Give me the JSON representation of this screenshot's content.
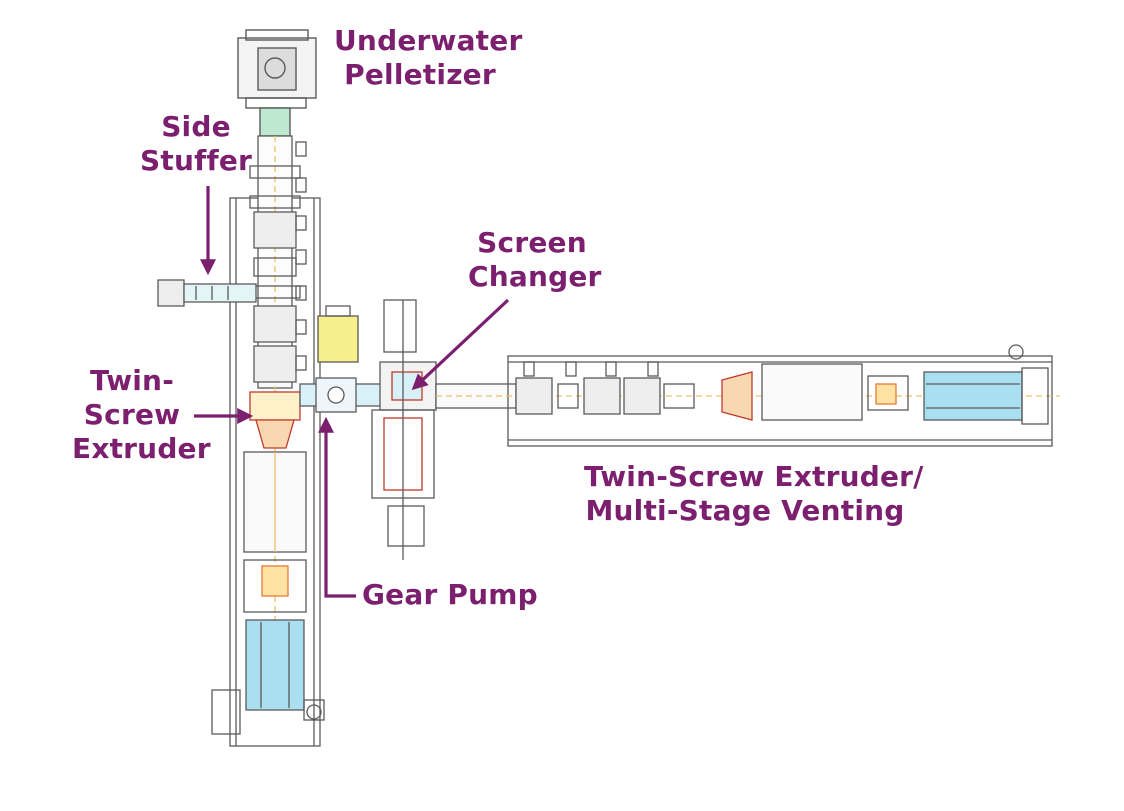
{
  "labels": {
    "underwater_pelletizer": [
      "Underwater",
      "Pelletizer"
    ],
    "side_stuffer": [
      "Side",
      "Stuffer"
    ],
    "screen_changer": [
      "Screen",
      "Changer"
    ],
    "twin_screw_extruder": [
      "Twin-",
      "Screw",
      "Extruder"
    ],
    "gear_pump": [
      "Gear Pump"
    ],
    "twin_screw_extruder_venting": [
      "Twin-Screw Extruder/",
      "Multi-Stage Venting"
    ]
  },
  "colors": {
    "label": "#7b1f6e",
    "line": "#5a5a5a",
    "light_blue": "#a9dff0",
    "yellow": "#f7ee8c",
    "orange": "#e8793a",
    "red": "#c0392b"
  }
}
